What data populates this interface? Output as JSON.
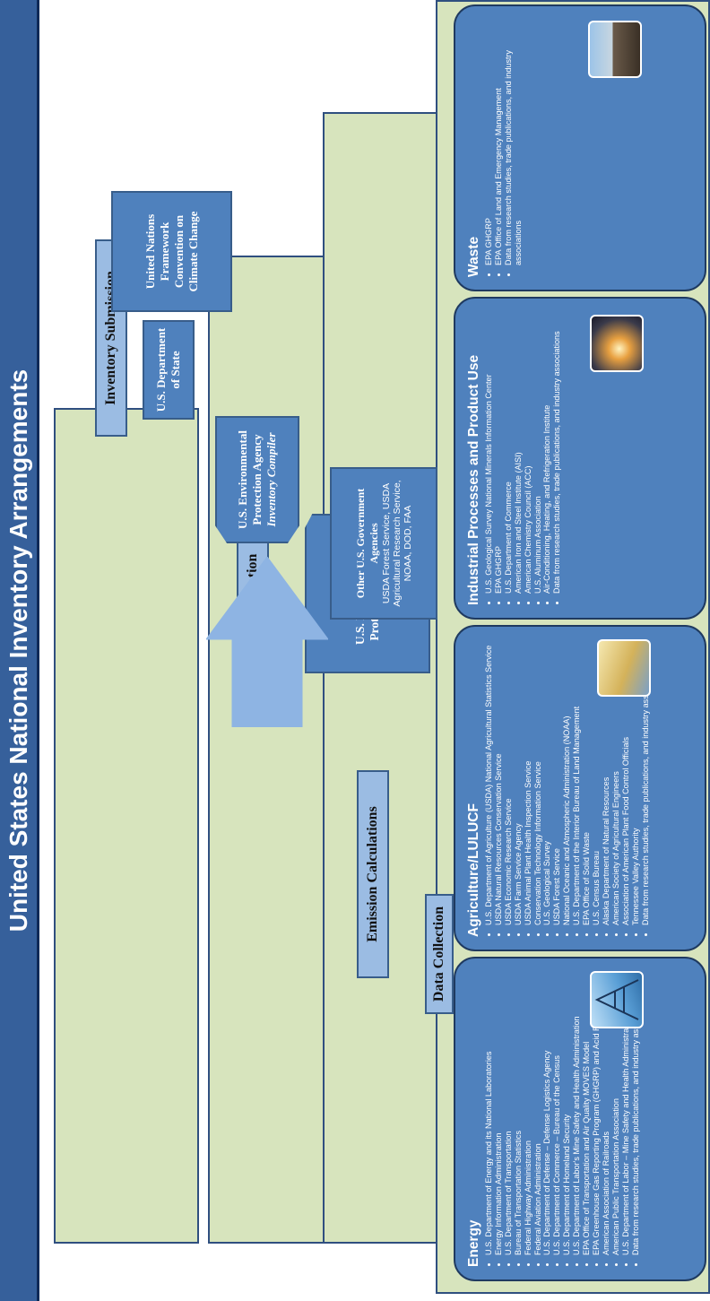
{
  "title": "United States National Inventory Arrangements",
  "tiers": {
    "inventory_submission": "Inventory Submission",
    "inventory_compilation": "Inventory Compilation",
    "emission_calculations": "Emission Calculations",
    "data_collection": "Data Collection"
  },
  "boxes": {
    "unfccc": "United Nations Framework Convention on Climate Change",
    "state_dept": "U.S. Department of State",
    "epa_compiler_name": "U.S. Environmental Protection Agency",
    "epa_compiler_role": "Inventory Compiler",
    "epa": "U.S. Environmental Protection Agency",
    "other_title": "Other U.S. Government Agencies",
    "other_body": "USDA Forest Service, USDA Agricultural Research Service, NOAA, DOD, FAA"
  },
  "sectors": [
    {
      "title": "Energy",
      "items": [
        "U.S. Department of Energy and its National Laboratories",
        "Energy Information Administration",
        "U.S. Department of Transportation",
        "Bureau of Transportation Statistics",
        "Federal Highway Administration",
        "Federal Aviation Administration",
        "U.S. Department of Defense – Defense Logistics Agency",
        "U.S. Department of Commerce – Bureau of the Census",
        "U.S. Department of Homeland Security",
        "U.S. Department of Labor's Mine Safety and Health Administration",
        "EPA Office of Transportation and Air Quality MOVES Model",
        "EPA Greenhouse Gas Reporting Program (GHGRP) and Acid Rain Program",
        "American Association of Railroads",
        "American Public Transportation Association",
        "U.S. Department of Labor – Mine Safety and Health Administration",
        "Data from research studies, trade publications, and industry associations"
      ]
    },
    {
      "title": "Agriculture/LULUCF",
      "items": [
        "U.S. Department of Agriculture (USDA) National Agricultural Statistics Service",
        "USDA Natural Resources Conservation Service",
        "USDA Economic Research Service",
        "USDA Farm Service Agency",
        "USDA Animal Plant Health Inspection Service",
        "Conservation Technology Information Service",
        "U.S. Geological Survey",
        "USDA Forest Service",
        "National Oceanic and Atmospheric Administration (NOAA)",
        "U.S. Department of the Interior Bureau of Land Management",
        "EPA Office of Solid Waste",
        "U.S. Census Bureau",
        "Alaska Department of Natural Resources",
        "American Society of Agricultural Engineers",
        "Association of American Plant Food Control Officials",
        "Tennessee Valley Authority",
        "Data from research studies, trade publications, and industry associations"
      ]
    },
    {
      "title": "Industrial Processes and Product Use",
      "items": [
        "U.S. Geological Survey National Minerals Information Center",
        "EPA GHGRP",
        "U.S. Department of Commerce",
        "American Iron and Steel Institute (AISI)",
        "American Chemistry Council (ACC)",
        "U.S. Aluminum Association",
        "Air-Conditioning, Heating, and Refrigeration Institute",
        "Data from research studies, trade publications, and industry associations"
      ]
    },
    {
      "title": "Waste",
      "items": [
        "EPA GHGRP",
        "EPA Office of Land and Emergency Management",
        "Data from research studies, trade publications, and industry associations"
      ]
    }
  ],
  "icons": [
    "power-lines-photo-icon",
    "wheat-field-photo-icon",
    "industrial-welding-photo-icon",
    "landfill-photo-icon"
  ],
  "colors": {
    "title_bar": "#36609b",
    "tier_fill": "#d7e4bd",
    "box_fill": "#4f81bd",
    "label_fill": "#9bbce3",
    "arrow": "#8eb4e3"
  }
}
